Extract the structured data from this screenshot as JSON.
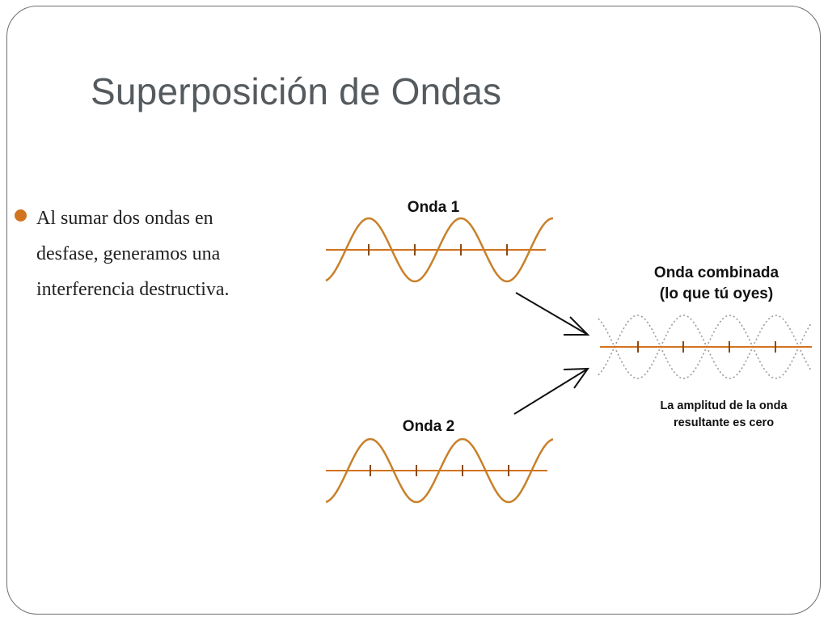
{
  "slide": {
    "title": "Superposición de Ondas",
    "bullet": {
      "lines": [
        "Al sumar dos ondas en",
        "desfase, generamos una",
        "interferencia destructiva."
      ]
    }
  },
  "diagram": {
    "wave1_label": "Onda 1",
    "wave2_label": "Onda 2",
    "combined_label_line1": "Onda combinada",
    "combined_label_line2": "(lo que tú oyes)",
    "result_caption_line1": "La amplitud de la onda",
    "result_caption_line2": "resultante es cero",
    "colors": {
      "wave": "#c8802a",
      "axis": "#d2731f",
      "dashed_wave": "#9a9a9a",
      "arrow": "#111111",
      "bullet": "#d2731f",
      "title": "#555a5e"
    }
  }
}
